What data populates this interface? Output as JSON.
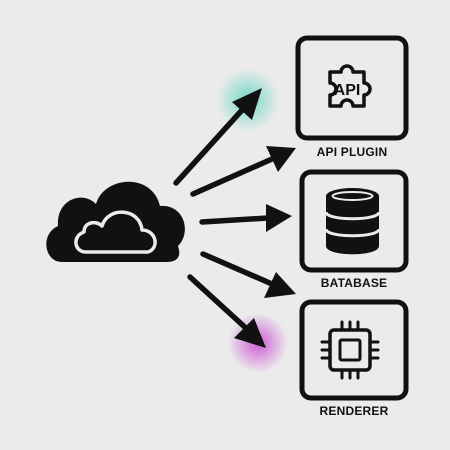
{
  "colors": {
    "background": "#ebebeb",
    "ink": "#111111",
    "glow_teal": "#5fd6c2",
    "glow_magenta": "#c73ad0"
  },
  "source": {
    "icon": "cloud-icon"
  },
  "nodes": [
    {
      "icon": "api-puzzle-icon",
      "icon_text": "API",
      "label": "API PLUGIN"
    },
    {
      "icon": "database-icon",
      "label": "BATABASE"
    },
    {
      "icon": "cpu-chip-icon",
      "label": "RENDERER"
    }
  ]
}
